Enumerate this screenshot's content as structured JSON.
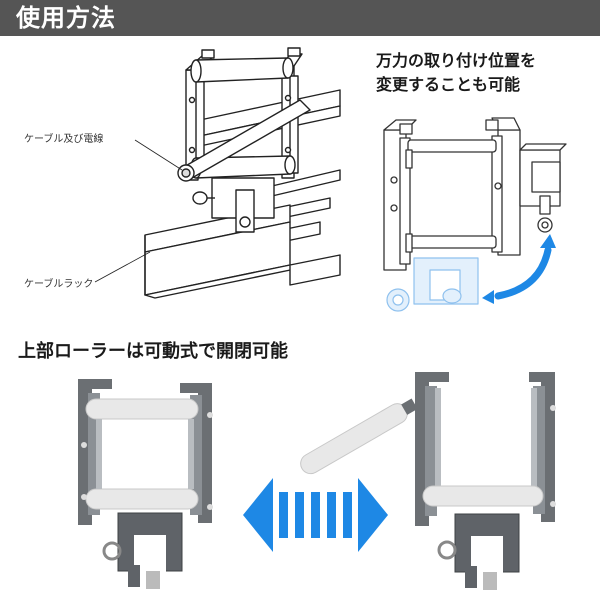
{
  "header": {
    "title": "使用方法"
  },
  "diagram1": {
    "cable_label": "ケーブル及び電線",
    "rack_label": "ケーブルラック"
  },
  "diagram2": {
    "caption_line1": "万力の取り付け位置を",
    "caption_line2": "変更することも可能"
  },
  "section2": {
    "heading": "上部ローラーは可動式で開閉可能"
  },
  "colors": {
    "header_bg": "#555555",
    "arrow_blue": "#1e88e5",
    "bracket_gray": "#5f6368",
    "roller": "#e8e8e8"
  }
}
